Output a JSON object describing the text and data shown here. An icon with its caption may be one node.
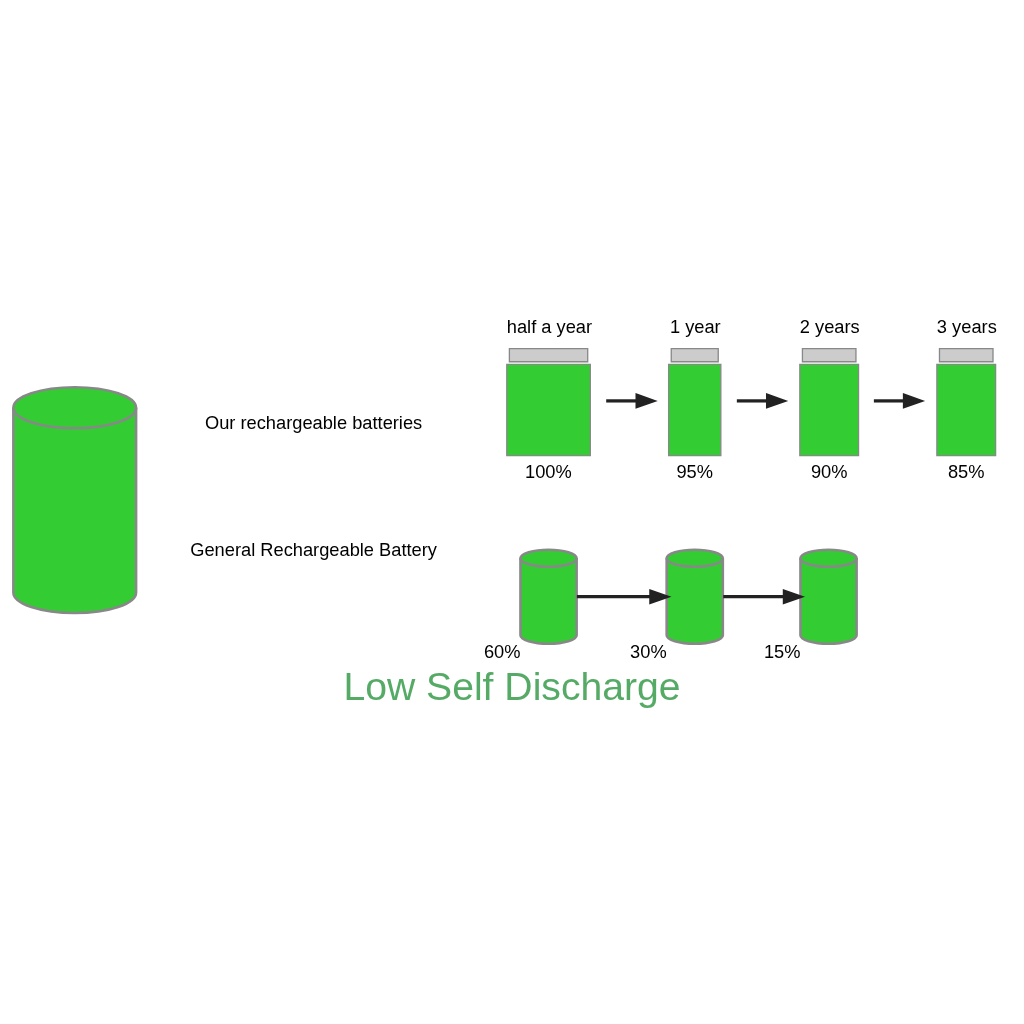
{
  "diagram": {
    "title": "Low Self Discharge",
    "nodes": [
      {
        "text": [],
        "shape": "cylinder"
      },
      {
        "text": [
          "half a year"
        ],
        "beside": [
          "100%"
        ]
      },
      {
        "text": [
          "1 year"
        ],
        "beside": [
          "95%"
        ]
      },
      {
        "text": [
          "2 years"
        ],
        "beside": [
          "90%"
        ]
      },
      {
        "text": [
          "3 years"
        ],
        "beside": [
          "85%"
        ]
      },
      {
        "text": [],
        "shape": "cylinder",
        "beside": [
          "60%"
        ]
      },
      {
        "text": [],
        "shape": "cylinder",
        "beside": [
          "30%"
        ]
      },
      {
        "text": [],
        "shape": "cylinder",
        "beside": [
          "15%"
        ]
      }
    ],
    "edges": [
      {
        "from": 1,
        "to": 2,
        "arrow": "to"
      },
      {
        "from": 2,
        "to": 3,
        "arrow": "to"
      },
      {
        "from": 3,
        "to": 4,
        "arrow": "to"
      },
      {
        "from": 5,
        "to": 6,
        "arrow": "to"
      },
      {
        "from": 6,
        "to": 7,
        "arrow": "to"
      }
    ],
    "labels": [
      "Our rechargeable batteries",
      "General Rechargeable Battery"
    ]
  }
}
